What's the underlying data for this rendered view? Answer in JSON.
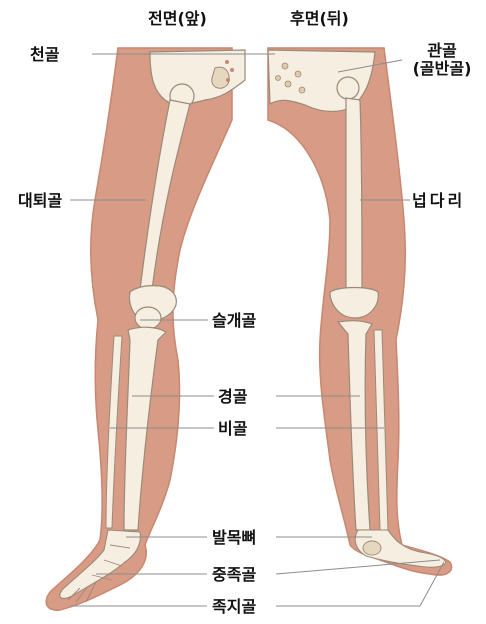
{
  "views": {
    "front": "전면(앞)",
    "back": "후면(뒤)"
  },
  "labels": {
    "sacrum": "천골",
    "hip_bone": "관골",
    "hip_bone_alt": "(골반골)",
    "femur": "대퇴골",
    "leg": "넙다리",
    "patella": "슬개골",
    "tibia": "경골",
    "fibula": "비골",
    "tarsals": "발목뼈",
    "metatarsals": "중족골",
    "phalanges": "족지골"
  },
  "colors": {
    "skin": "#d89c86",
    "skin_dark": "#c98670",
    "bone": "#f6eee0",
    "bone_shade": "#e6d7bf",
    "bone_outline": "#9a8a78",
    "leader": "#8c8c8c"
  }
}
